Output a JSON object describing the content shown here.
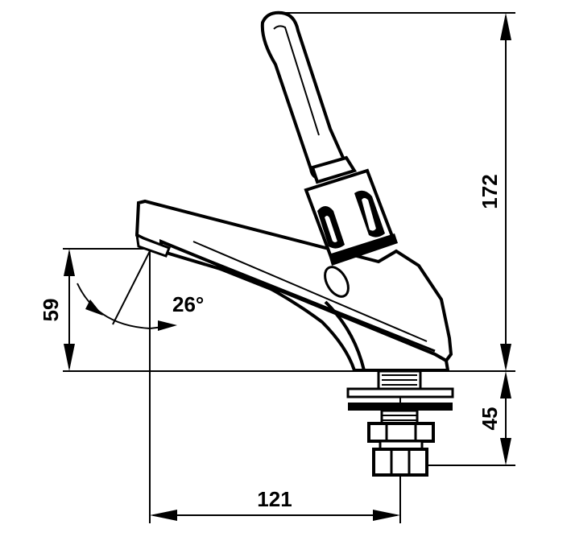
{
  "dimensions": {
    "height_total": "172",
    "spout_height": "59",
    "spout_angle": "26°",
    "reach": "121",
    "shank_length": "45"
  },
  "colors": {
    "ink": "#000000",
    "paper": "#ffffff"
  }
}
